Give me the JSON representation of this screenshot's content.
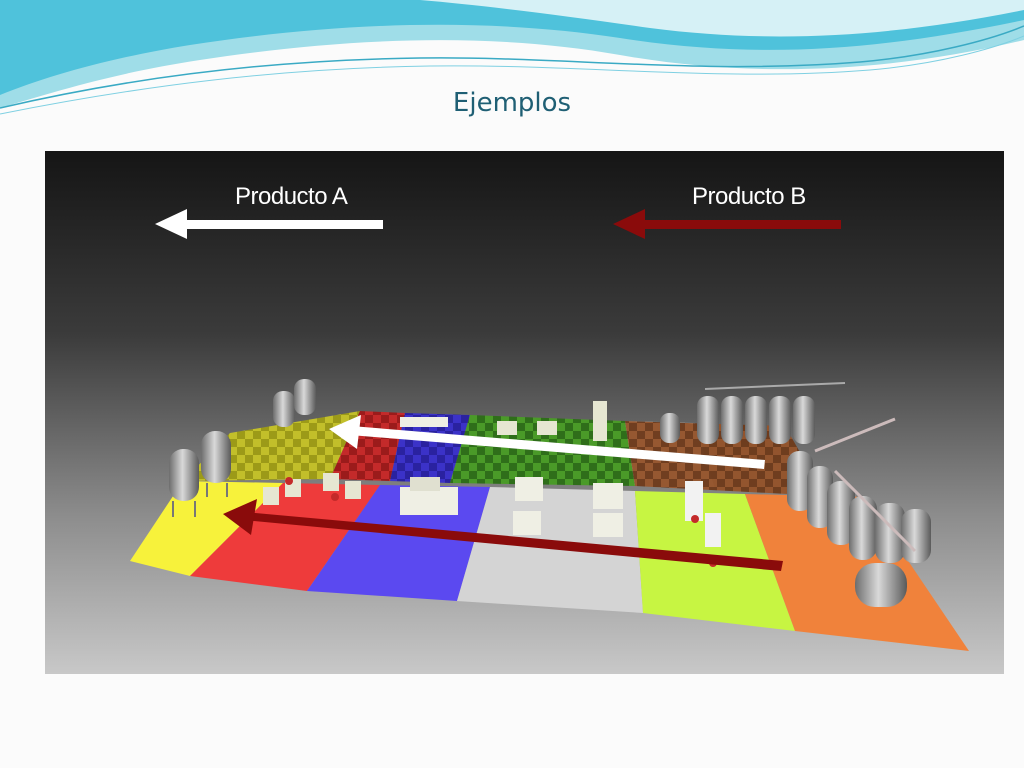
{
  "slide": {
    "title": "Ejemplos"
  },
  "figure": {
    "product_a_label": "Producto A",
    "product_b_label": "Producto B"
  },
  "colors": {
    "title": "#1f5f74",
    "arrow_a": "#ffffff",
    "arrow_b": "#8a0b0b",
    "zones": [
      "#f7f23b",
      "#ee3b3b",
      "#5b49f0",
      "#d4d4d4",
      "#c7f542",
      "#f0823b"
    ]
  }
}
